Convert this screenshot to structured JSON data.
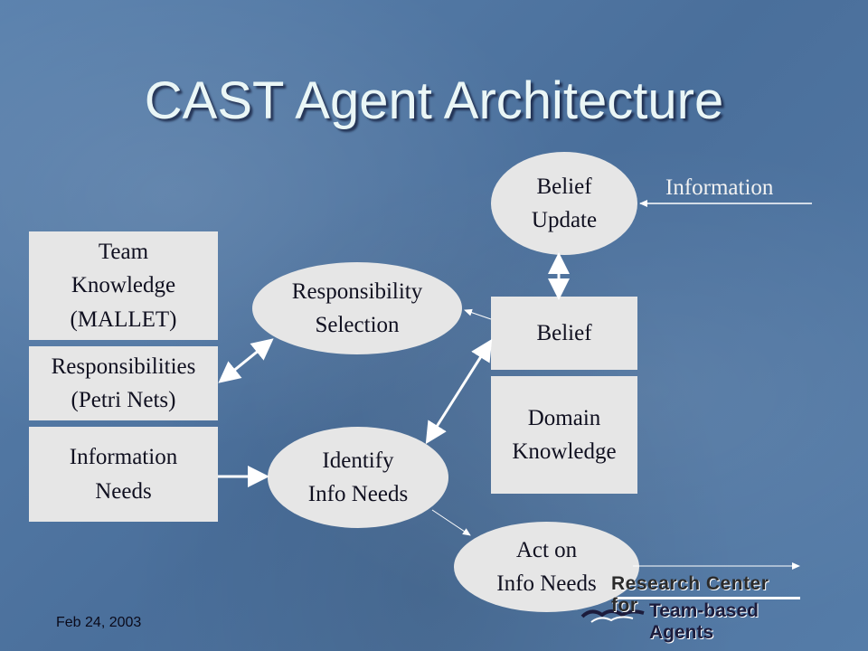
{
  "slide": {
    "title": "CAST Agent Architecture",
    "date": "Feb 24, 2003"
  },
  "diagram": {
    "team_knowledge": [
      "Team",
      "Knowledge",
      "(MALLET)"
    ],
    "responsibilities": [
      "Responsibilities",
      "(Petri Nets)"
    ],
    "information_needs": [
      "Information",
      "Needs"
    ],
    "responsibility_selection": [
      "Responsibility",
      "Selection"
    ],
    "identify_info_needs": [
      "Identify",
      "Info Needs"
    ],
    "act_on_info_needs": [
      "Act on",
      "Info Needs"
    ],
    "belief_update": [
      "Belief",
      "Update"
    ],
    "belief": "Belief",
    "domain_knowledge": [
      "Domain",
      "Knowledge"
    ],
    "information_label": "Information"
  },
  "logo": {
    "line1": "Research Center for",
    "line2": "Team-based Agents"
  },
  "colors": {
    "background": "#4f76a3",
    "node_fill": "#e6e6e6",
    "title_text": "#eaf6f6",
    "arrow": "#ffffff"
  }
}
